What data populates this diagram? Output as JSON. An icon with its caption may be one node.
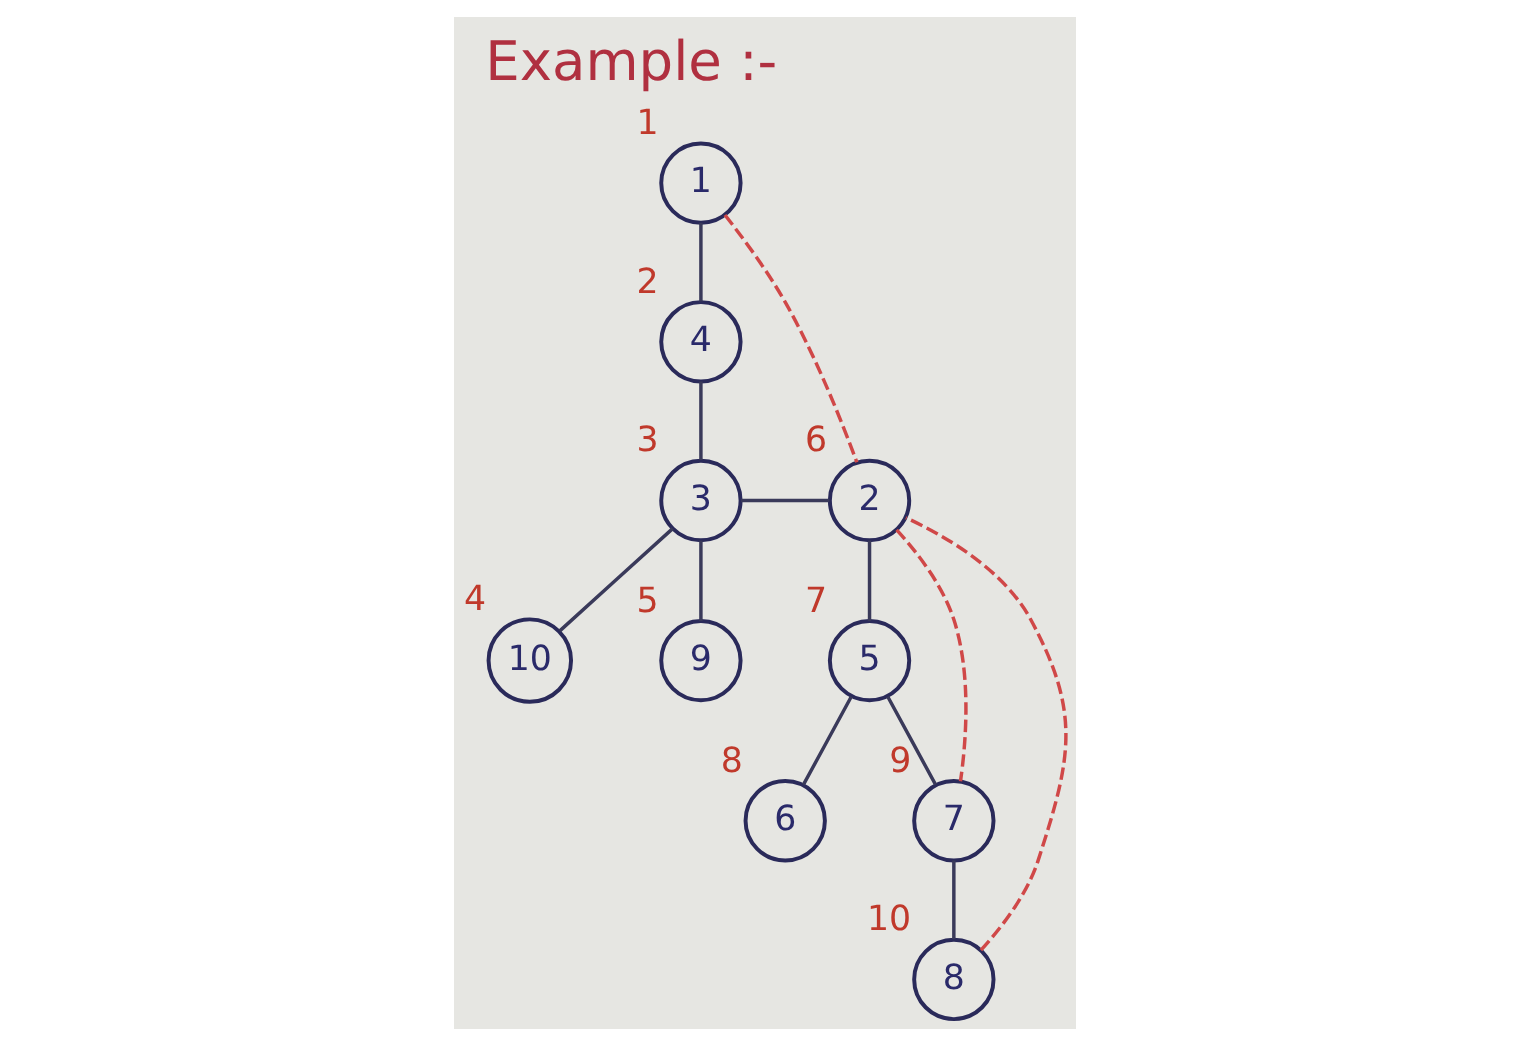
{
  "diagram": {
    "title": "Example :-",
    "nodes": [
      {
        "text": [
          "1"
        ],
        "beside": [
          "1"
        ]
      },
      {
        "text": [
          "4"
        ],
        "beside": [
          "2"
        ]
      },
      {
        "text": [
          "3"
        ],
        "beside": [
          "3"
        ]
      },
      {
        "text": [
          "10"
        ],
        "beside": [
          "4"
        ]
      },
      {
        "text": [
          "9"
        ],
        "beside": [
          "5"
        ]
      },
      {
        "text": [
          "2"
        ],
        "beside": [
          "6"
        ]
      },
      {
        "text": [
          "5"
        ],
        "beside": [
          "7"
        ]
      },
      {
        "text": [
          "6"
        ],
        "beside": [
          "8"
        ]
      },
      {
        "text": [
          "7"
        ],
        "beside": [
          "9"
        ]
      },
      {
        "text": [
          "8"
        ],
        "beside": [
          "10"
        ]
      }
    ],
    "edges": [
      {
        "from": 0,
        "to": 1,
        "arrow": "none"
      },
      {
        "from": 1,
        "to": 2,
        "arrow": "none"
      },
      {
        "from": 2,
        "to": 3,
        "arrow": "none"
      },
      {
        "from": 2,
        "to": 4,
        "arrow": "none"
      },
      {
        "from": 2,
        "to": 5,
        "arrow": "none"
      },
      {
        "from": 5,
        "to": 6,
        "arrow": "none"
      },
      {
        "from": 6,
        "to": 7,
        "arrow": "none"
      },
      {
        "from": 6,
        "to": 8,
        "arrow": "none"
      },
      {
        "from": 8,
        "to": 9,
        "arrow": "none"
      },
      {
        "from": 0,
        "to": 5,
        "arrow": "none",
        "style": "dashed",
        "color": "#d04848"
      },
      {
        "from": 5,
        "to": 8,
        "arrow": "none",
        "style": "dashed",
        "color": "#d04848"
      },
      {
        "from": 9,
        "to": 5,
        "arrow": "none",
        "style": "dashed",
        "color": "#d04848"
      }
    ]
  }
}
